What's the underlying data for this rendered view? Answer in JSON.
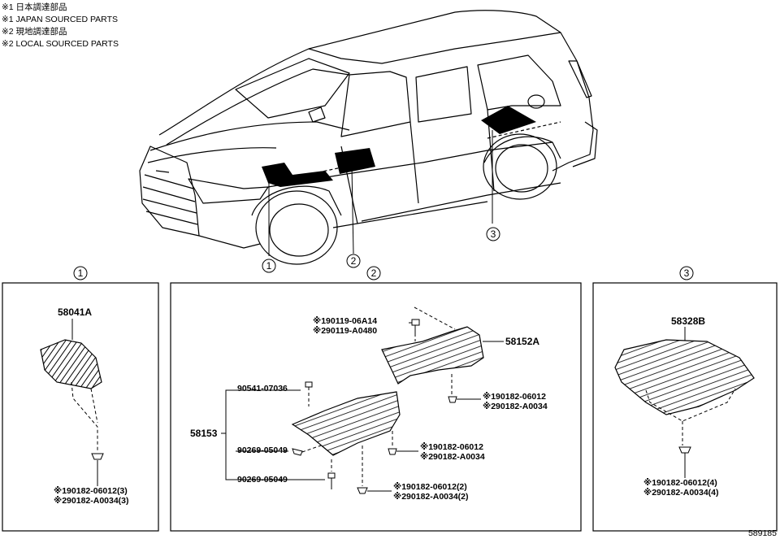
{
  "legend": {
    "line1": "※1 日本調達部品",
    "line2": "※1 JAPAN SOURCED PARTS",
    "line3": "※2 現地調達部品",
    "line4": "※2 LOCAL SOURCED PARTS"
  },
  "figure_id": "589185",
  "callouts": {
    "c1": "1",
    "c2": "2",
    "c3": "3"
  },
  "panel1": {
    "header": "1",
    "part": "58041A",
    "ref_a": "※190182-06012(3)",
    "ref_b": "※290182-A0034(3)"
  },
  "panel2": {
    "header": "2",
    "top_ref_a": "※190119-06A14",
    "top_ref_b": "※290119-A0480",
    "part_upper": "58152A",
    "upper_clip_a": "※190182-06012",
    "upper_clip_b": "※290182-A0034",
    "group_part": "58153",
    "bolt_1": "90541-07036",
    "bolt_2": "90269-05049",
    "bolt_3": "90269-05049",
    "mid_clip_a": "※190182-06012",
    "mid_clip_b": "※290182-A0034",
    "low_clip_a": "※190182-06012(2)",
    "low_clip_b": "※290182-A0034(2)"
  },
  "panel3": {
    "header": "3",
    "part": "58328B",
    "ref_a": "※190182-06012(4)",
    "ref_b": "※290182-A0034(4)"
  }
}
